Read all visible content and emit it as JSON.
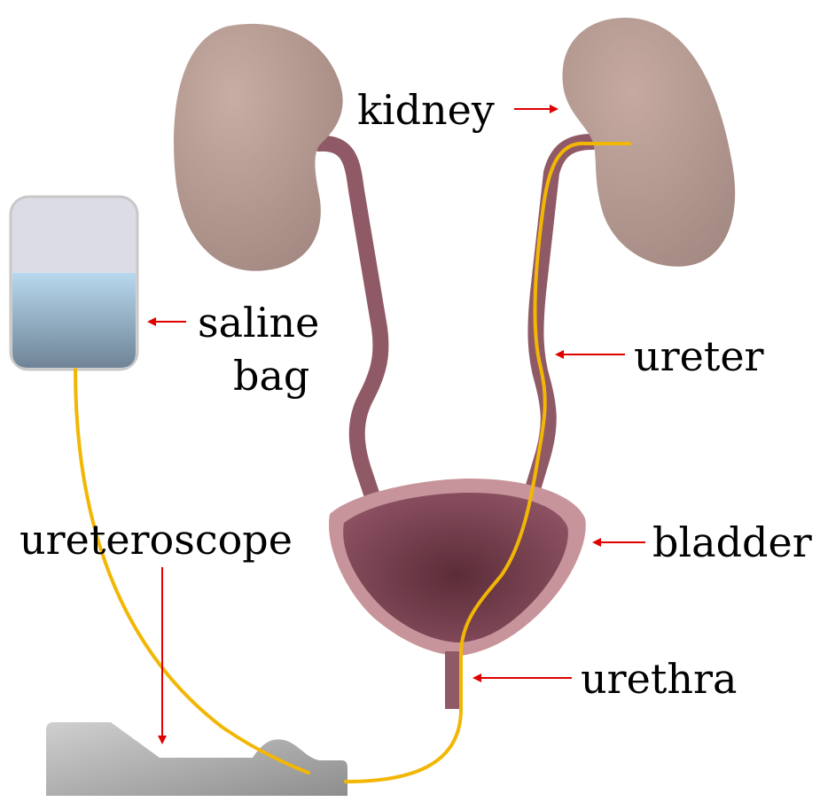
{
  "labels": {
    "kidney": "kidney",
    "saline_line1": "saline",
    "saline_line2": "bag",
    "ureter": "ureter",
    "ureteroscope": "ureteroscope",
    "bladder": "bladder",
    "urethra": "urethra"
  },
  "colors": {
    "kidney": "#b49a92",
    "ureter_tube": "#8f5a65",
    "bladder_outer": "#c8949b",
    "bladder_inner": "#6f3a48",
    "scope_cable": "#f2b705",
    "arrow": "#e00000",
    "saline_liquid": "#a7cbe4",
    "saline_bag": "#dcdce6",
    "device": "#b3b3b3"
  }
}
